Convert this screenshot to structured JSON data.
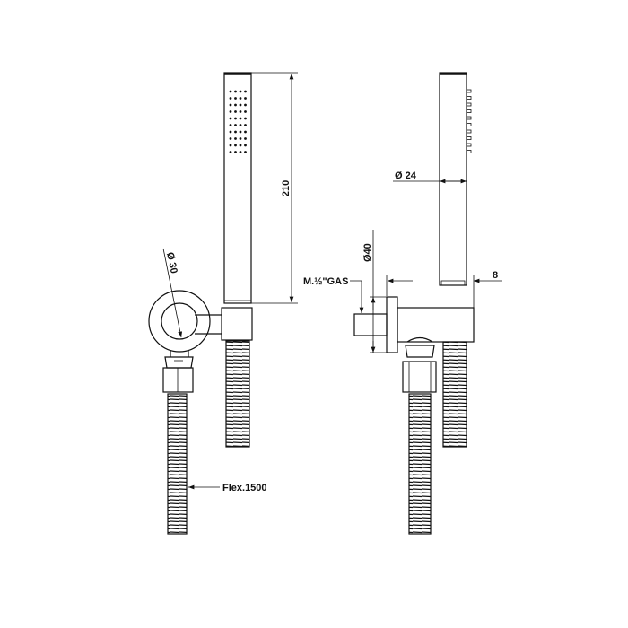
{
  "drawing": {
    "left_view": {
      "length_dim": "210",
      "ring_diameter": "Ø 30",
      "hose_label": "Flex.1500"
    },
    "right_view": {
      "handle_diameter": "Ø 24",
      "flange_diameter": "Ø40",
      "thread_label": "M.½\"GAS",
      "depth_dim": "8"
    },
    "colors": {
      "line": "#111111",
      "background": "#ffffff"
    }
  }
}
